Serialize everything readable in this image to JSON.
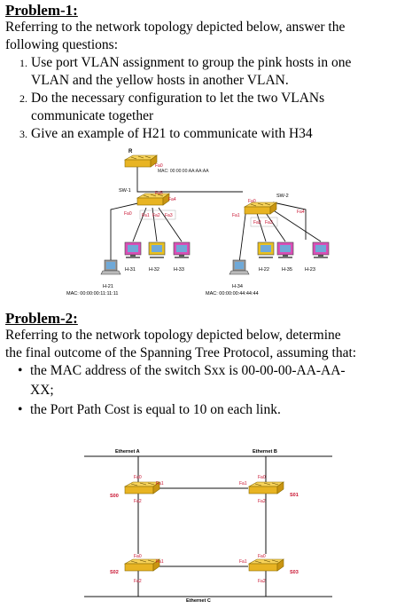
{
  "problem1": {
    "title": "Problem-1:",
    "intro1": "Referring to the network topology depicted below, answer the",
    "intro2": "following questions:",
    "q1_num": "1.",
    "q1_line1": "Use port VLAN assignment to group the pink hosts in one",
    "q1_line2": "VLAN and the yellow hosts in another VLAN.",
    "q2_num": "2.",
    "q2_line1": "Do the necessary configuration to let the two VLANs",
    "q2_line2": "communicate together",
    "q3_num": "3.",
    "q3_line1": "Give an example of H21 to communicate with H34"
  },
  "diagram1": {
    "router_label": "R",
    "router_port": "Fa0",
    "router_mac": "MAC: 00:00:00:AA:AA:AA",
    "sw1": {
      "name": "SW-1",
      "ports": [
        "Fa5",
        "Fa4",
        "Fa0",
        "Fa1",
        "Fa2",
        "Fa3"
      ]
    },
    "sw2": {
      "name": "SW-2",
      "ports": [
        "Fa0",
        "Fa4",
        "Fa1",
        "Fa2",
        "Fa3"
      ]
    },
    "hosts_left": [
      "H-31",
      "H-32",
      "H-33"
    ],
    "hosts_right": [
      "H-22",
      "H-35",
      "H-23"
    ],
    "h21_label": "H-21",
    "h21_mac": "MAC: 00:00:00:11:11:11",
    "h34_label": "H-34",
    "h34_mac": "MAC: 00:00:00:44:44:44"
  },
  "problem2": {
    "title": "Problem-2:",
    "intro1": "Referring to the network topology depicted below, determine",
    "intro2": "the final outcome of the Spanning Tree Protocol, assuming that:",
    "b1_line1": "the MAC address of the switch Sxx is 00-00-00-AA-AA-",
    "b1_line2": "XX;",
    "b2_line1": "the Port Path Cost is equal to 10 on each link.",
    "bullet_char": "•"
  },
  "diagram2": {
    "ethernet_a": "Ethernet A",
    "ethernet_b": "Ethernet B",
    "ethernet_c": "Ethernet C",
    "switches": {
      "s00": {
        "name": "S00",
        "ports": [
          "Fa0",
          "Fa1",
          "Fa2"
        ]
      },
      "s01": {
        "name": "S01",
        "ports": [
          "Fa0",
          "Fa1",
          "Fa2"
        ]
      },
      "s02": {
        "name": "S02",
        "ports": [
          "Fa0",
          "Fa1",
          "Fa2"
        ]
      },
      "s03": {
        "name": "S03",
        "ports": [
          "Fa0",
          "Fa1",
          "Fa2"
        ]
      }
    }
  },
  "colors": {
    "switch_body": "#e8b423",
    "switch_top": "#f7d35a",
    "host_pink": "#d94fb6",
    "host_yellow": "#e8c020",
    "host_screen": "#6fa9d8",
    "label_red": "#c8102e",
    "wire": "#111111"
  }
}
